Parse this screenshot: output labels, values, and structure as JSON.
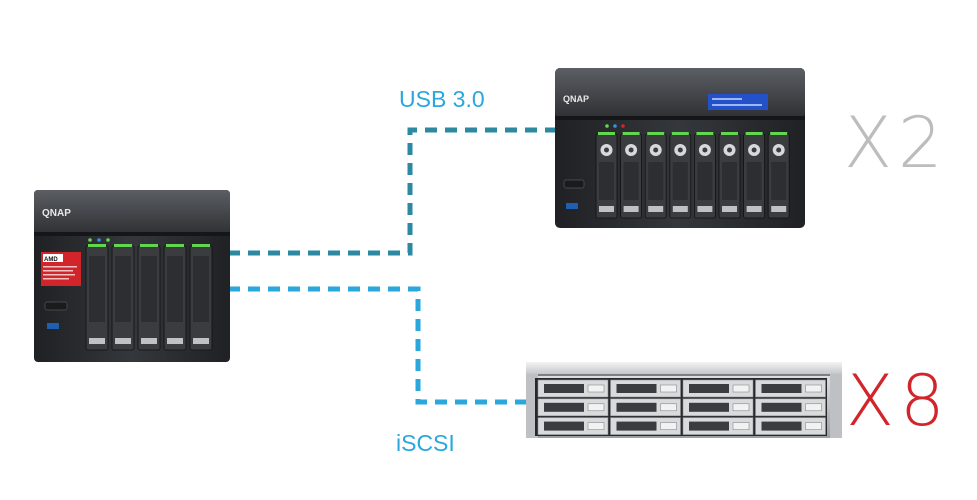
{
  "connections": {
    "usb": {
      "label": "USB 3.0",
      "color": "#2b8aa0"
    },
    "iscsi": {
      "label": "iSCSI",
      "color": "#2aa7dc"
    }
  },
  "multipliers": {
    "expansion_tower": {
      "text": "X2",
      "color": "#bdbdbd"
    },
    "expansion_rack": {
      "text": "X8",
      "color": "#d2252b"
    }
  },
  "devices": {
    "main_nas": {
      "brand": "QNAP",
      "badge": "AMD",
      "bays": 5
    },
    "expansion_tower": {
      "brand": "QNAP",
      "bays": 8
    },
    "expansion_rack": {
      "bays": 12
    }
  },
  "colors": {
    "chassis": "#2a2c2f",
    "chassis_top": "#4a4d52",
    "tray": "#3a3c40",
    "led_green": "#63d64f",
    "rack_silver": "#d9dadc"
  }
}
